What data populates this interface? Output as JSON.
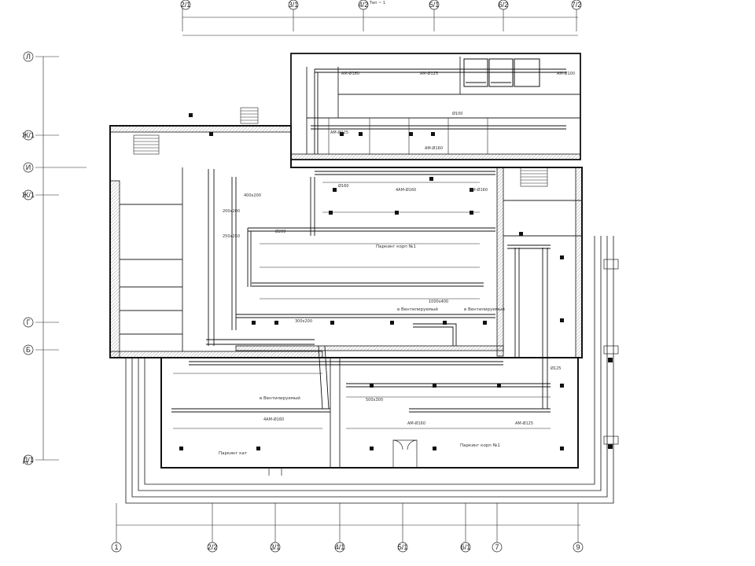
{
  "drawing": {
    "title_fragment": "Тип ~ 1"
  },
  "axes_top": [
    "2/1",
    "3/1",
    "4/2",
    "5/1",
    "6/2",
    "7/2"
  ],
  "axes_bottom": [
    "1",
    "2/2",
    "3/1",
    "4/1",
    "5/1",
    "6/1",
    "7",
    "9"
  ],
  "axes_left": [
    "Л",
    "Ж/1",
    "И",
    "Ж/1",
    "Г",
    "Б",
    "Д/1"
  ],
  "room_labels": {
    "parking_1": "Паркинг корп №1",
    "parking_2": "Паркинг корп №1",
    "parking_3": "Паркинг кат",
    "vent_room_1": "в Вентилируемый",
    "vent_room_2": "в Вентилируемый",
    "vent_room_3": "в Вентилируемый"
  },
  "duct_labels": [
    "1000х400",
    "500х300",
    "400х200",
    "300х200",
    "250х250",
    "200х200",
    "Ø200",
    "Ø160",
    "Ø125",
    "Ø100"
  ],
  "grille_labels": [
    "АМ-Ø160",
    "АМ-Ø125",
    "АМ-Ø100",
    "4АМ-Ø160"
  ],
  "colors": {
    "line": "#1a1a1a",
    "paper": "#ffffff",
    "hatch": "#555555"
  }
}
